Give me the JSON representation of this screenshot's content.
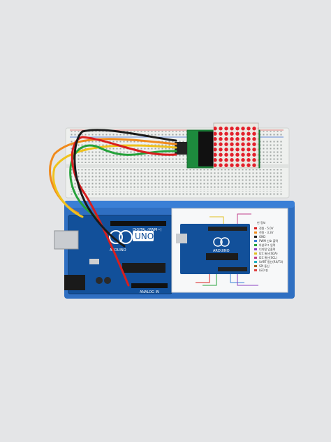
{
  "photo": {
    "board": {
      "brand": "ARDUINO",
      "model": "UNO",
      "header_label_top": "DIGITAL (PWM~)",
      "header_label_bottom": "ANALOG IN"
    },
    "card": {
      "brand": "ARDUINO",
      "legend_title": "핀 정보",
      "legend_items": [
        "전원 - 5.0V",
        "전원 - 3.3V",
        "GND",
        "PWM 신호 출력",
        "아날로그 입력",
        "디지털 입출력",
        "I2C 통신(SDA)",
        "I2C 통신(SCL)",
        "UART 통신(RX/TX)",
        "SPI 통신",
        "LED 핀"
      ]
    },
    "colors": {
      "background": "#e4e5e7",
      "breadboard": "#eef0ee",
      "acrylic_base": "#2f6fc2",
      "arduino_pcb": "#12509a",
      "matrix_pcb": "#1d8a3d",
      "led_red": "#e31f2a",
      "wire_orange": "#f08a1c",
      "wire_yellow": "#f0c21c",
      "wire_green": "#25a23b",
      "wire_red": "#d81e1e",
      "wire_black": "#1a1a1a"
    }
  }
}
